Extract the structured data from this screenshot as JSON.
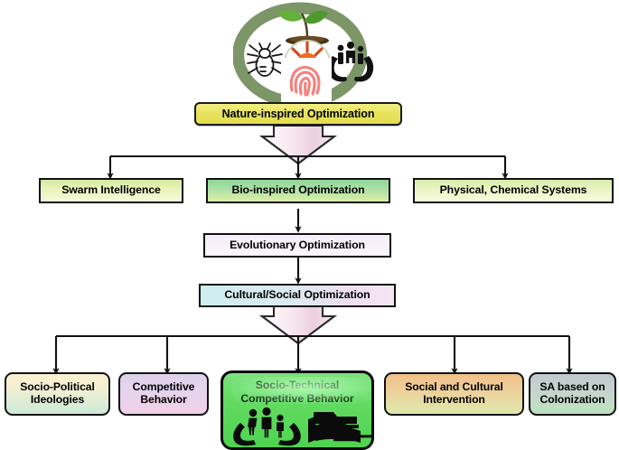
{
  "diagram": {
    "title_node": {
      "label": "Nature-inspired Optimization",
      "color": "#e8e35c"
    },
    "logo": {
      "name": "nature-inspired-optimization-logo",
      "ring_color": "#7d9667",
      "icons": [
        "spider-icon",
        "seedling-in-soil-icon",
        "sun-wheel-icon",
        "hands-holding-people-icon",
        "fingerprint-icon"
      ],
      "sun_color": "#ef6c1a",
      "leaf_color": "#5aa832",
      "fingerprint_color": "#f4827e"
    },
    "level2": [
      {
        "label": "Swarm Intelligence",
        "color": "#e7f3b8"
      },
      {
        "label": "Bio-inspired Optimization",
        "color": "#aee0a4"
      },
      {
        "label": "Physical, Chemical Systems",
        "color": "#e8f4c0"
      }
    ],
    "level3": {
      "label": "Evolutionary Optimization",
      "color": "#f7f1fa"
    },
    "level4": {
      "label": "Cultural/Social Optimization",
      "color": "#dbe9f2"
    },
    "leaves": [
      {
        "label": "Socio-Political\nIdeologies",
        "line1": "Socio-Political",
        "line2": "Ideologies",
        "color": "#f4efd2",
        "highlight": false
      },
      {
        "label": "Competitive\nBehavior",
        "line1": "Competitive",
        "line2": "Behavior",
        "color": "#e6d4ec",
        "highlight": false
      },
      {
        "label": "Socio-Technical\nCompetitive Behavior",
        "line1": "Socio-Technical",
        "line2": "Competitive Behavior",
        "color": "#63db63",
        "highlight": true,
        "icons": [
          "hands-holding-family-icon",
          "documents-folder-icon"
        ]
      },
      {
        "label": "Social and Cultural\nIntervention",
        "line1": "Social and Cultural",
        "line2": "Intervention",
        "color": "#eecf9a",
        "highlight": false
      },
      {
        "label": "SA based on\nColonization",
        "line1": "SA based on",
        "line2": "Colonization",
        "color": "#c6d2cf",
        "highlight": false
      }
    ],
    "connectors": {
      "arrow_color": "#111111",
      "block_arrow_fill": "#f2dbe8"
    }
  }
}
